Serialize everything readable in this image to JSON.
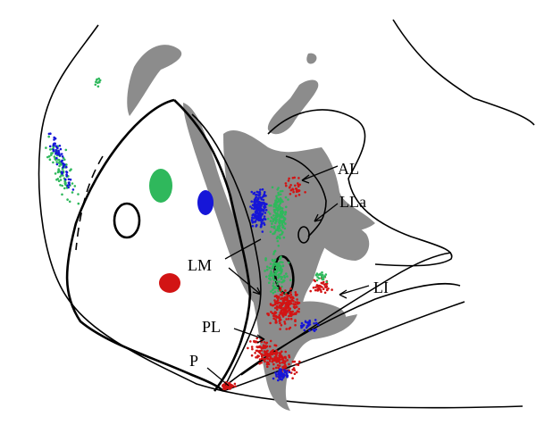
{
  "labels": {
    "al": "AL",
    "lla": "LLa",
    "lm": "LM",
    "li": "LI",
    "pl": "PL",
    "p": "P"
  },
  "colors": {
    "background": "#ffffff",
    "cortex_gray": "#8c8c8c",
    "outline": "#000000",
    "red": "#d21414",
    "green": "#2fb85c",
    "blue": "#1616d8"
  }
}
